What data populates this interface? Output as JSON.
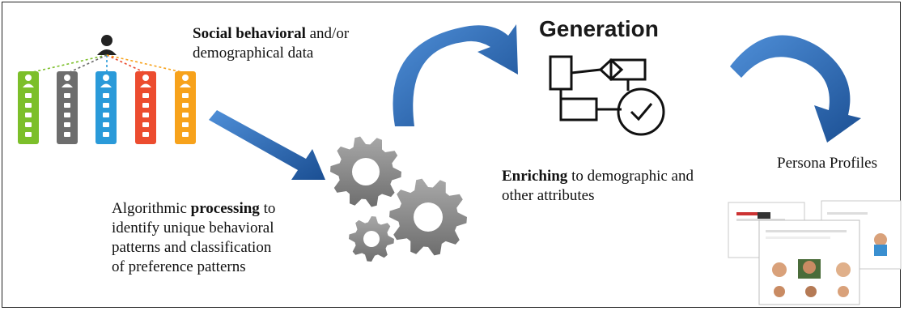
{
  "colors": {
    "arrow": "#2f6fbe",
    "arrow_dark": "#1b4f93",
    "gear": "#8a8a8a",
    "card_green": "#7cbf2a",
    "card_gray": "#6d6d6d",
    "card_blue": "#2a9ad9",
    "card_red": "#ec4c2f",
    "card_orange": "#f7a21b"
  },
  "data_source": {
    "text_bold": "Social behavioral",
    "text_rest": " and/or",
    "text_line2": "demographical data",
    "icons": [
      "person-network-icon",
      "profile-cards-icon"
    ]
  },
  "processing": {
    "line1_normal": "Algorithmic ",
    "line1_bold": "processing",
    "line1_end": " to",
    "line2": "identify unique behavioral",
    "line3": "patterns and classification",
    "line4": "of preference patterns",
    "icon": "gears-icon"
  },
  "generation": {
    "title": "Generation",
    "icon": "flowchart-icon"
  },
  "enriching": {
    "line1_bold": "Enriching",
    "line1_rest": " to demographic and",
    "line2": "other attributes"
  },
  "personas": {
    "title": "Persona Profiles",
    "icon": "persona-profile-documents-icon"
  }
}
